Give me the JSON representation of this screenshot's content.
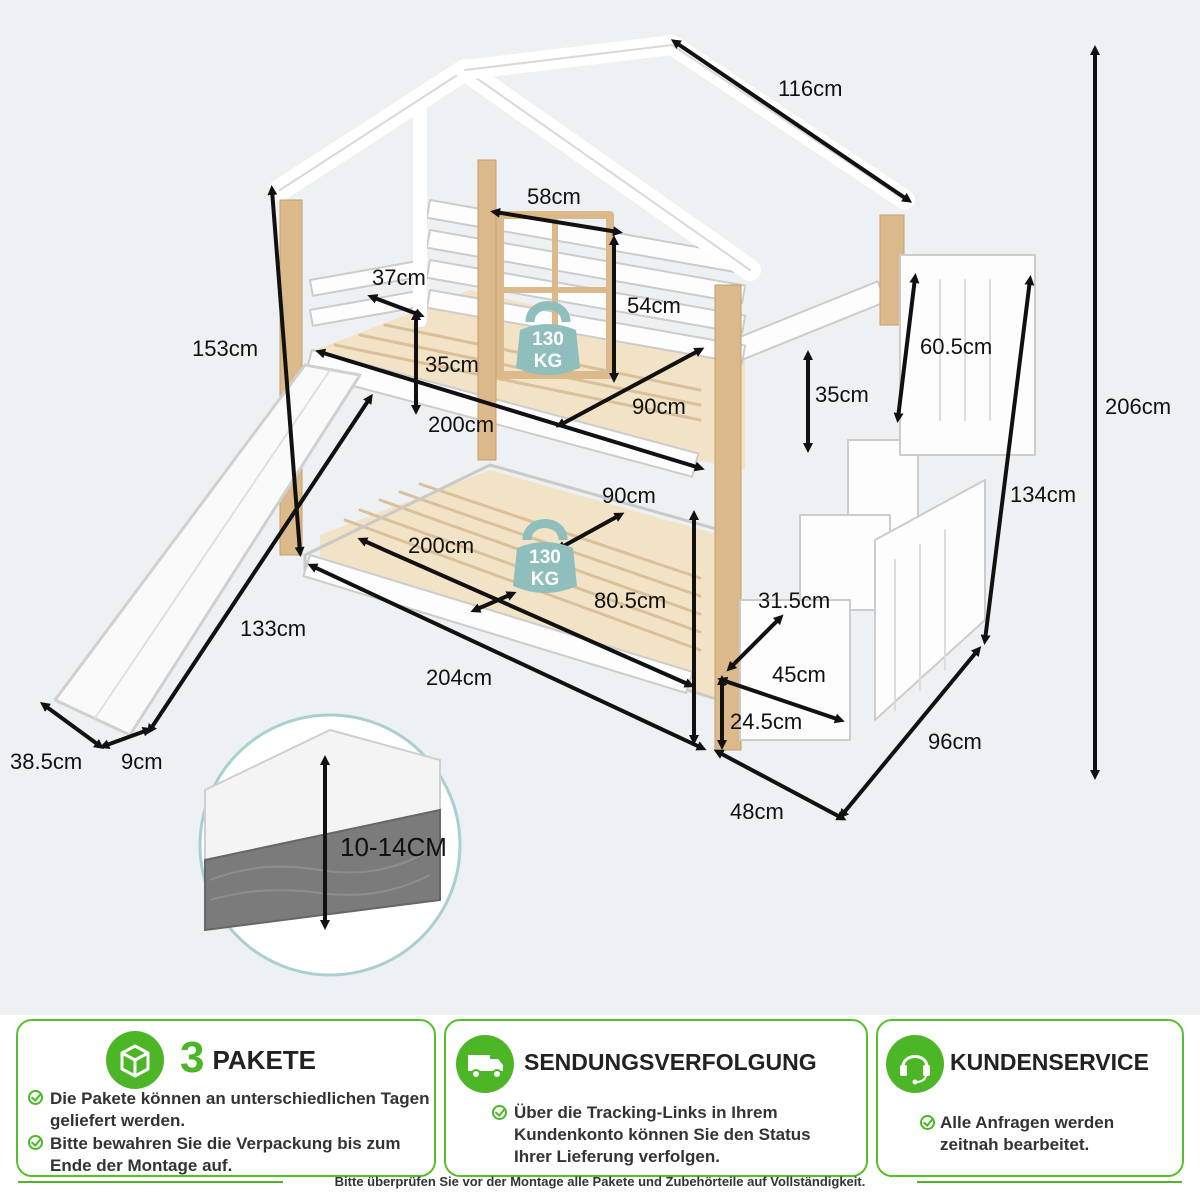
{
  "dimensions": {
    "roof_length": "116cm",
    "total_height": "206cm",
    "window_width": "58cm",
    "window_height": "54cm",
    "upper_gate_width": "37cm",
    "upper_gate_height": "35cm",
    "upper_side_height": "35cm",
    "frame_height": "153cm",
    "upper_length": "200cm",
    "upper_width": "90cm",
    "stair_rail_height": "60.5cm",
    "stair_height": "134cm",
    "lower_width": "90cm",
    "lower_length": "200cm",
    "lower_inner_width": "80.5cm",
    "slide_length": "133cm",
    "step_depth": "31.5cm",
    "step_width": "45cm",
    "step_height": "24.5cm",
    "outer_length": "204cm",
    "stair_depth": "96cm",
    "slide_width": "38.5cm",
    "slide_edge": "9cm",
    "stair_width": "48cm",
    "mattress_height": "10-14CM"
  },
  "load": {
    "upper": {
      "number": "130",
      "unit": "KG"
    },
    "lower": {
      "number": "130",
      "unit": "KG"
    }
  },
  "panels": [
    {
      "icon": "package-icon",
      "number": "3",
      "title": "PAKETE",
      "bullets": [
        "Die Pakete können an unterschiedlichen Tagen geliefert werden.",
        "Bitte bewahren Sie die Verpackung bis zum Ende der Montage auf."
      ]
    },
    {
      "icon": "delivery-truck-icon",
      "title": "SENDUNGSVERFOLGUNG",
      "bullets": [
        "Über die Tracking-Links in Ihrem Kundenkonto können Sie den Status Ihrer Lieferung verfolgen."
      ]
    },
    {
      "icon": "headset-icon",
      "title": "KUNDENSERVICE",
      "bullets": [
        "Alle Anfragen werden zeitnah bearbeitet."
      ]
    }
  ],
  "footer": "Bitte überprüfen Sie vor der Montage alle Pakete und Zubehörteile auf Vollständigkeit.",
  "colors": {
    "accent": "#4db626",
    "wood": "#dcb98a",
    "kettlebell": "#8fbfbd"
  }
}
